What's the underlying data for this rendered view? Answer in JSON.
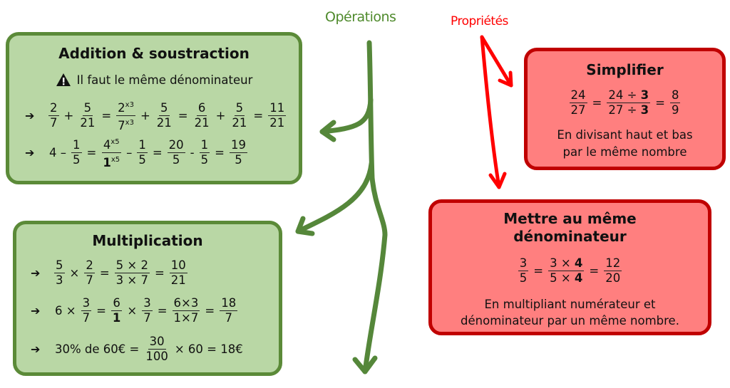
{
  "labels": {
    "operations": "Opérations",
    "properties": "Propriétés"
  },
  "colors": {
    "green_fill": "#b9d7a5",
    "green_border": "#5b8a38",
    "red_fill": "#ff7f7f",
    "red_border": "#c00000",
    "operations_text": "#4f8a2c",
    "properties_text": "#ff0000"
  },
  "addition": {
    "title": "Addition & soustraction",
    "warning_icon": "warning-triangle-icon",
    "warning": "Il faut le même dénominateur",
    "arrow": "➔",
    "rows": [
      [
        {
          "f": [
            [
              {
                "v": "2"
              }
            ],
            [
              {
                "v": "7"
              }
            ]
          ]
        },
        {
          "o": "+"
        },
        {
          "f": [
            [
              {
                "v": "5"
              }
            ],
            [
              {
                "v": "21"
              }
            ]
          ]
        },
        {
          "o": "="
        },
        {
          "f": [
            [
              {
                "v": "2"
              },
              {
                "v": "x3",
                "sup": true
              }
            ],
            [
              {
                "v": "7"
              },
              {
                "v": "x3",
                "sup": true
              }
            ]
          ]
        },
        {
          "o": "+"
        },
        {
          "f": [
            [
              {
                "v": "5"
              }
            ],
            [
              {
                "v": "21"
              }
            ]
          ]
        },
        {
          "o": "="
        },
        {
          "f": [
            [
              {
                "v": "6"
              }
            ],
            [
              {
                "v": "21"
              }
            ]
          ]
        },
        {
          "o": "+"
        },
        {
          "f": [
            [
              {
                "v": "5"
              }
            ],
            [
              {
                "v": "21"
              }
            ]
          ]
        },
        {
          "o": "="
        },
        {
          "f": [
            [
              {
                "v": "11"
              }
            ],
            [
              {
                "v": "21"
              }
            ]
          ]
        }
      ],
      [
        {
          "o": "4 –"
        },
        {
          "f": [
            [
              {
                "v": "1"
              }
            ],
            [
              {
                "v": "5"
              }
            ]
          ]
        },
        {
          "o": " ="
        },
        {
          "f": [
            [
              {
                "v": "4"
              },
              {
                "v": "x5",
                "sup": true
              }
            ],
            [
              {
                "v": "1",
                "b": true
              },
              {
                "v": "x5",
                "sup": true
              }
            ]
          ]
        },
        {
          "o": "–"
        },
        {
          "f": [
            [
              {
                "v": "1"
              }
            ],
            [
              {
                "v": "5"
              }
            ]
          ]
        },
        {
          "o": "="
        },
        {
          "f": [
            [
              {
                "v": "20"
              }
            ],
            [
              {
                "v": "5"
              }
            ]
          ]
        },
        {
          "o": "-"
        },
        {
          "f": [
            [
              {
                "v": "1"
              }
            ],
            [
              {
                "v": "5"
              }
            ]
          ]
        },
        {
          "o": "="
        },
        {
          "f": [
            [
              {
                "v": "19"
              }
            ],
            [
              {
                "v": "5"
              }
            ]
          ]
        }
      ]
    ]
  },
  "multiplication": {
    "title": "Multiplication",
    "arrow": "➔",
    "rows": [
      [
        {
          "f": [
            [
              {
                "v": "5"
              }
            ],
            [
              {
                "v": "3"
              }
            ]
          ]
        },
        {
          "o": "×"
        },
        {
          "f": [
            [
              {
                "v": "2"
              }
            ],
            [
              {
                "v": "7"
              }
            ]
          ]
        },
        {
          "o": "="
        },
        {
          "f": [
            [
              {
                "v": "5 × 2"
              }
            ],
            [
              {
                "v": "3 × 7"
              }
            ]
          ]
        },
        {
          "o": " ="
        },
        {
          "f": [
            [
              {
                "v": "10"
              }
            ],
            [
              {
                "v": "21"
              }
            ]
          ]
        }
      ],
      [
        {
          "o": "6 ×"
        },
        {
          "f": [
            [
              {
                "v": "3"
              }
            ],
            [
              {
                "v": "7"
              }
            ]
          ]
        },
        {
          "o": "="
        },
        {
          "f": [
            [
              {
                "v": "6"
              }
            ],
            [
              {
                "v": "1",
                "b": true
              }
            ]
          ]
        },
        {
          "o": "×"
        },
        {
          "f": [
            [
              {
                "v": "3"
              }
            ],
            [
              {
                "v": "7"
              }
            ]
          ]
        },
        {
          "o": "="
        },
        {
          "f": [
            [
              {
                "v": "6×3"
              }
            ],
            [
              {
                "v": "1×7"
              }
            ]
          ]
        },
        {
          "o": "="
        },
        {
          "f": [
            [
              {
                "v": "18"
              }
            ],
            [
              {
                "v": "7"
              }
            ]
          ]
        }
      ],
      [
        {
          "o": "30% de 60€ ="
        },
        {
          "f": [
            [
              {
                "v": "30"
              }
            ],
            [
              {
                "v": "100"
              }
            ]
          ]
        },
        {
          "o": "× 60 = 18€"
        }
      ]
    ]
  },
  "simplifier": {
    "title": "Simplifier",
    "formula": [
      {
        "f": [
          [
            {
              "v": "24"
            }
          ],
          [
            {
              "v": "27"
            }
          ]
        ]
      },
      {
        "o": "="
      },
      {
        "f": [
          [
            {
              "v": "24 ÷ "
            },
            {
              "v": "3",
              "b": true
            }
          ],
          [
            {
              "v": "27 ÷ "
            },
            {
              "v": "3",
              "b": true
            }
          ]
        ]
      },
      {
        "o": "="
      },
      {
        "f": [
          [
            {
              "v": "8"
            }
          ],
          [
            {
              "v": "9"
            }
          ]
        ]
      }
    ],
    "text": [
      "En divisant haut et bas",
      "par le même nombre"
    ]
  },
  "meme_denominateur": {
    "title": [
      "Mettre au même",
      "dénominateur"
    ],
    "formula": [
      {
        "f": [
          [
            {
              "v": "3"
            }
          ],
          [
            {
              "v": "5"
            }
          ]
        ]
      },
      {
        "o": "="
      },
      {
        "f": [
          [
            {
              "v": "3 × "
            },
            {
              "v": "4",
              "b": true
            }
          ],
          [
            {
              "v": "5 × "
            },
            {
              "v": "4",
              "b": true
            }
          ]
        ]
      },
      {
        "o": "="
      },
      {
        "f": [
          [
            {
              "v": "12"
            }
          ],
          [
            {
              "v": "20"
            }
          ]
        ]
      }
    ],
    "text": [
      "En multipliant numérateur et",
      "dénominateur par un même nombre."
    ]
  }
}
